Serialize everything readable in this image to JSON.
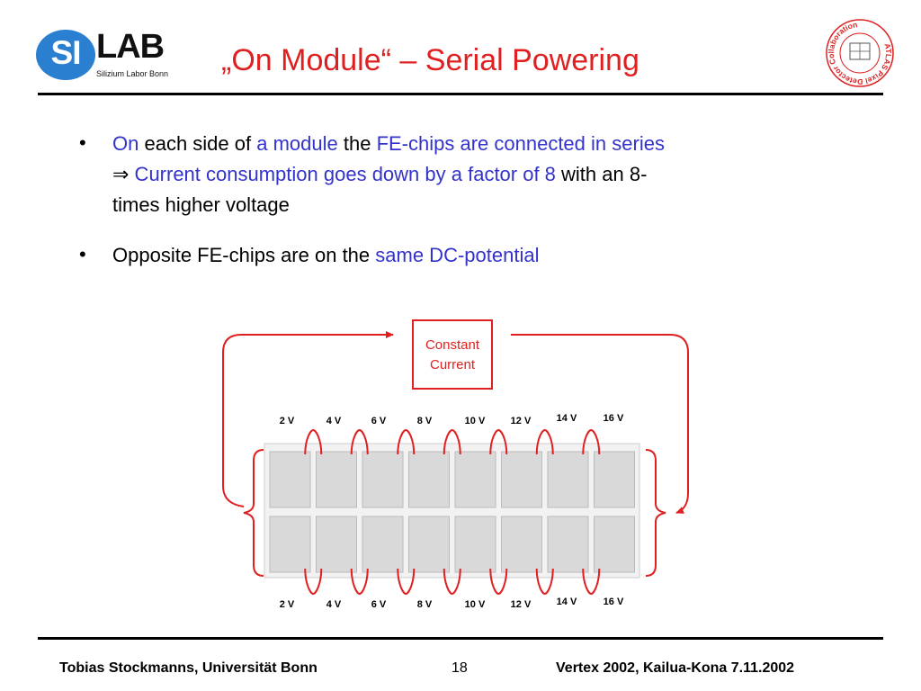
{
  "logo": {
    "si": "SI",
    "lab": "LAB",
    "subtitle": "Silizium Labor Bonn"
  },
  "title": "„On Module“ – Serial Powering",
  "seal": {
    "text": "ATLAS Pixel Detector Collaboration"
  },
  "bullets": {
    "b1": {
      "l1_a": "On",
      "l1_b": " each side of ",
      "l1_c": "a module",
      "l1_d": " the ",
      "l1_e": "FE-chips are connected in series",
      "l2_arrow": "⇒",
      "l2_a": " Current consumption goes down by a factor of 8",
      "l2_b": " with an 8-",
      "l3": "times higher voltage"
    },
    "b2": {
      "a": "Opposite FE-chips are on the ",
      "b": "same DC-potential"
    },
    "marker": "•"
  },
  "diagram": {
    "source_line1": "Constant",
    "source_line2": "Current",
    "voltages_top": [
      "2 V",
      "4 V",
      "6 V",
      "8 V",
      "10 V",
      "12 V",
      "14 V",
      "16 V"
    ],
    "voltages_bottom": [
      "2 V",
      "4 V",
      "6 V",
      "8 V",
      "10 V",
      "12 V",
      "14 V",
      "16 V"
    ],
    "chip_rows": 2,
    "chip_cols": 8,
    "wire_color": "#e02020",
    "chip_color": "#d9d9d9"
  },
  "footer": {
    "left": "Tobias Stockmanns, Universität Bonn",
    "page": "18",
    "right": "Vertex 2002, Kailua-Kona 7.11.2002"
  }
}
